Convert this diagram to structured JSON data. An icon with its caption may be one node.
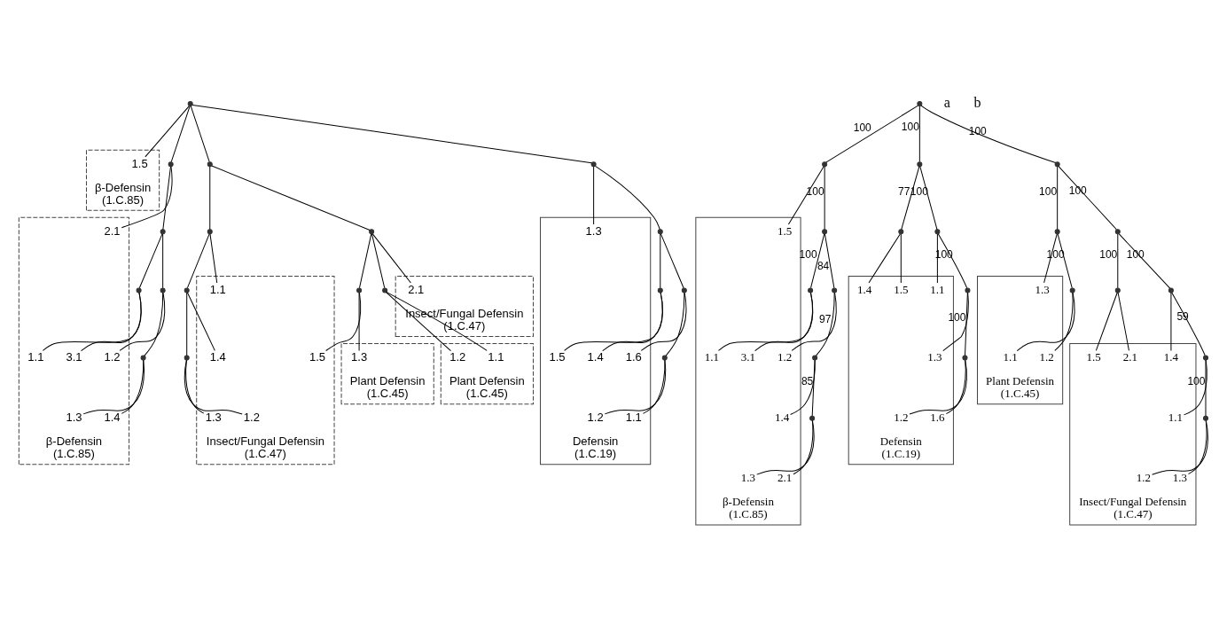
{
  "diagram": {
    "nodes": [
      {
        "text": [
          "Insect/Fungal Defensin",
          "(1.C.47)"
        ]
      },
      {
        "text": [
          "2.1"
        ],
        "in": 0
      },
      {
        "text": [
          "Plant Defensin",
          "(1.C.45)"
        ]
      },
      {
        "text": [
          "1.3"
        ],
        "in": 2
      },
      {
        "text": [
          "Plant Defensin",
          "(1.C.45)"
        ]
      },
      {
        "text": [
          "1.1"
        ],
        "in": 4
      },
      {
        "text": [
          "1.2"
        ],
        "in": 4
      },
      {
        "text": [
          "Insect/Fungal Defensin",
          "(1.C.47)"
        ]
      },
      {
        "text": [
          "1.5"
        ],
        "in": 7
      },
      {
        "text": [
          "1.1"
        ],
        "in": 7
      },
      {
        "text": [
          "1.4"
        ],
        "in": 7
      },
      {
        "text": [
          "1.2"
        ],
        "in": 7
      },
      {
        "text": [
          "1.3"
        ],
        "in": 7
      },
      {
        "text": [
          "β-Defensin",
          "(1.C.85)"
        ]
      },
      {
        "text": [
          "1.5"
        ],
        "in": 13
      },
      {
        "text": [
          "β-Defensin",
          "(1.C.85)"
        ]
      },
      {
        "text": [
          "3.1"
        ],
        "in": 15
      },
      {
        "text": [
          "1.1"
        ],
        "in": 15
      },
      {
        "text": [
          "1.4"
        ],
        "in": 15
      },
      {
        "text": [
          "1.3"
        ],
        "in": 15
      },
      {
        "text": [
          "1.2"
        ],
        "in": 15
      },
      {
        "text": [
          "2.1"
        ],
        "in": 15
      },
      {
        "text": [
          "Defensin",
          "(1.C.19)"
        ]
      },
      {
        "text": [
          "1.3"
        ],
        "in": 22
      },
      {
        "text": [
          "1.6"
        ],
        "in": 22
      },
      {
        "text": [
          "1.1"
        ],
        "in": 22
      },
      {
        "text": [
          "1.2"
        ],
        "in": 22
      },
      {
        "text": [
          "1.4"
        ],
        "in": 22
      },
      {
        "text": [
          "1.5"
        ],
        "in": 22
      },
      {
        "text": [],
        "shape": "point"
      },
      {
        "text": [],
        "shape": "point"
      },
      {
        "text": [],
        "shape": "point"
      },
      {
        "text": [],
        "shape": "point"
      },
      {
        "text": [],
        "shape": "point"
      },
      {
        "text": [],
        "shape": "point"
      },
      {
        "text": [],
        "shape": "point"
      },
      {
        "text": [],
        "shape": "point"
      },
      {
        "text": [],
        "shape": "point"
      },
      {
        "text": [],
        "shape": "point"
      },
      {
        "text": [],
        "shape": "point"
      },
      {
        "text": [],
        "shape": "point"
      },
      {
        "text": [],
        "shape": "point"
      },
      {
        "text": [],
        "shape": "point"
      },
      {
        "text": [],
        "shape": "point"
      },
      {
        "text": [],
        "shape": "point"
      },
      {
        "text": [],
        "shape": "point"
      },
      {
        "text": [],
        "shape": "point"
      },
      {
        "text": [
          "β-Defensin",
          "(1.C.85)"
        ]
      },
      {
        "text": [
          "2.1"
        ],
        "in": 47
      },
      {
        "text": [
          "1.3"
        ],
        "in": 47
      },
      {
        "text": [
          "1.4"
        ],
        "in": 47
      },
      {
        "text": [
          "1.2"
        ],
        "in": 47
      },
      {
        "text": [
          "3.1"
        ],
        "in": 47
      },
      {
        "text": [
          "1.1"
        ],
        "in": 47
      },
      {
        "text": [
          "1.5"
        ],
        "in": 47
      },
      {
        "text": [
          "Defensin",
          "(1.C.19)"
        ]
      },
      {
        "text": [
          "1.5"
        ],
        "in": 55
      },
      {
        "text": [
          "1.4"
        ],
        "in": 55
      },
      {
        "text": [
          "1.1"
        ],
        "in": 55
      },
      {
        "text": [
          "1.6"
        ],
        "in": 55
      },
      {
        "text": [
          "1.2"
        ],
        "in": 55
      },
      {
        "text": [
          "1.3"
        ],
        "in": 55
      },
      {
        "text": [
          "Plant Defensin",
          "(1.C.45)"
        ]
      },
      {
        "text": [
          "1.2"
        ],
        "in": 62
      },
      {
        "text": [
          "1.1"
        ],
        "in": 62
      },
      {
        "text": [
          "1.3"
        ],
        "in": 62
      },
      {
        "text": [
          "Insect/Fungal Defensin",
          "(1.C.47)"
        ]
      },
      {
        "text": [
          "1.4"
        ],
        "in": 66
      },
      {
        "text": [
          "1.1"
        ],
        "in": 66
      },
      {
        "text": [
          "2.1"
        ],
        "in": 66
      },
      {
        "text": [
          "1.5"
        ],
        "in": 66
      },
      {
        "text": [
          "1.3"
        ],
        "in": 66
      },
      {
        "text": [
          "1.2"
        ],
        "in": 66
      },
      {
        "text": [],
        "shape": "point"
      },
      {
        "text": [],
        "shape": "point"
      },
      {
        "text": [],
        "shape": "point"
      },
      {
        "text": [],
        "shape": "point"
      },
      {
        "text": [],
        "shape": "point"
      },
      {
        "text": [],
        "shape": "point"
      },
      {
        "text": [],
        "shape": "point"
      },
      {
        "text": [],
        "shape": "point"
      },
      {
        "text": [],
        "shape": "point"
      },
      {
        "text": [],
        "shape": "point"
      },
      {
        "text": [],
        "shape": "point"
      },
      {
        "text": [],
        "shape": "point"
      },
      {
        "text": [],
        "shape": "point"
      },
      {
        "text": [],
        "shape": "point"
      },
      {
        "text": [],
        "shape": "point"
      },
      {
        "text": [],
        "shape": "point"
      },
      {
        "text": [],
        "shape": "point"
      },
      {
        "text": [],
        "shape": "point"
      },
      {
        "text": [],
        "shape": "point"
      },
      {
        "text": [],
        "shape": "point"
      }
    ],
    "edges": [
      {
        "from": 29,
        "to": 30,
        "arrow": "none"
      },
      {
        "from": 29,
        "to": 14,
        "arrow": "none"
      },
      {
        "from": 29,
        "to": 42,
        "arrow": "none"
      },
      {
        "from": 29,
        "to": 37,
        "arrow": "none"
      },
      {
        "from": 30,
        "to": 31,
        "arrow": "none"
      },
      {
        "from": 30,
        "to": 33,
        "arrow": "none"
      },
      {
        "from": 31,
        "to": 32,
        "arrow": "none"
      },
      {
        "from": 31,
        "to": 1,
        "arrow": "none"
      },
      {
        "from": 31,
        "to": 36,
        "arrow": "none"
      },
      {
        "from": 32,
        "to": 3,
        "arrow": "none"
      },
      {
        "from": 32,
        "to": 8,
        "arrow": "none"
      },
      {
        "from": 33,
        "to": 9,
        "arrow": "none"
      },
      {
        "from": 33,
        "to": 34,
        "arrow": "none"
      },
      {
        "from": 34,
        "to": 10,
        "arrow": "none"
      },
      {
        "from": 34,
        "to": 35,
        "arrow": "none"
      },
      {
        "from": 35,
        "to": 11,
        "arrow": "none"
      },
      {
        "from": 35,
        "to": 12,
        "arrow": "none"
      },
      {
        "from": 36,
        "to": 5,
        "arrow": "none"
      },
      {
        "from": 36,
        "to": 6,
        "arrow": "none"
      },
      {
        "from": 37,
        "to": 21,
        "arrow": "none"
      },
      {
        "from": 37,
        "to": 38,
        "arrow": "none"
      },
      {
        "from": 38,
        "to": 39,
        "arrow": "none"
      },
      {
        "from": 38,
        "to": 40,
        "arrow": "none"
      },
      {
        "from": 39,
        "to": 16,
        "arrow": "none"
      },
      {
        "from": 39,
        "to": 17,
        "arrow": "none"
      },
      {
        "from": 40,
        "to": 20,
        "arrow": "none"
      },
      {
        "from": 40,
        "to": 41,
        "arrow": "none"
      },
      {
        "from": 41,
        "to": 18,
        "arrow": "none"
      },
      {
        "from": 41,
        "to": 19,
        "arrow": "none"
      },
      {
        "from": 42,
        "to": 23,
        "arrow": "none"
      },
      {
        "from": 42,
        "to": 43,
        "arrow": "none"
      },
      {
        "from": 43,
        "to": 44,
        "arrow": "none"
      },
      {
        "from": 43,
        "to": 45,
        "arrow": "none"
      },
      {
        "from": 44,
        "to": 24,
        "arrow": "none"
      },
      {
        "from": 44,
        "to": 46,
        "arrow": "none"
      },
      {
        "from": 46,
        "to": 25,
        "arrow": "none"
      },
      {
        "from": 46,
        "to": 26,
        "arrow": "none"
      },
      {
        "from": 45,
        "to": 28,
        "arrow": "none"
      },
      {
        "from": 45,
        "to": 27,
        "arrow": "none"
      },
      {
        "from": 73,
        "to": 74,
        "arrow": "none",
        "label": "100"
      },
      {
        "from": 73,
        "to": 80,
        "arrow": "none",
        "label": "100"
      },
      {
        "from": 73,
        "to": 85,
        "arrow": "none",
        "label": "100"
      },
      {
        "from": 74,
        "to": 54,
        "arrow": "none"
      },
      {
        "from": 74,
        "to": 75,
        "arrow": "none",
        "label": "100"
      },
      {
        "from": 75,
        "to": 76,
        "arrow": "none",
        "label": "100"
      },
      {
        "from": 75,
        "to": 77,
        "arrow": "none",
        "label": "84"
      },
      {
        "from": 76,
        "to": 52,
        "arrow": "none"
      },
      {
        "from": 76,
        "to": 53,
        "arrow": "none"
      },
      {
        "from": 77,
        "to": 51,
        "arrow": "none"
      },
      {
        "from": 77,
        "to": 78,
        "arrow": "none",
        "label": "97"
      },
      {
        "from": 78,
        "to": 50,
        "arrow": "none"
      },
      {
        "from": 78,
        "to": 79,
        "arrow": "none",
        "label": "85"
      },
      {
        "from": 79,
        "to": 48,
        "arrow": "none"
      },
      {
        "from": 79,
        "to": 49,
        "arrow": "none"
      },
      {
        "from": 80,
        "to": 81,
        "arrow": "none",
        "label": "77"
      },
      {
        "from": 80,
        "to": 82,
        "arrow": "none",
        "label": "100"
      },
      {
        "from": 81,
        "to": 56,
        "arrow": "none"
      },
      {
        "from": 81,
        "to": 57,
        "arrow": "none"
      },
      {
        "from": 82,
        "to": 58,
        "arrow": "none"
      },
      {
        "from": 82,
        "to": 83,
        "arrow": "none",
        "label": "100"
      },
      {
        "from": 83,
        "to": 61,
        "arrow": "none"
      },
      {
        "from": 83,
        "to": 84,
        "arrow": "none",
        "label": "100"
      },
      {
        "from": 84,
        "to": 59,
        "arrow": "none"
      },
      {
        "from": 84,
        "to": 60,
        "arrow": "none"
      },
      {
        "from": 85,
        "to": 86,
        "arrow": "none",
        "label": "100"
      },
      {
        "from": 85,
        "to": 88,
        "arrow": "none",
        "label": "100"
      },
      {
        "from": 86,
        "to": 65,
        "arrow": "none"
      },
      {
        "from": 86,
        "to": 87,
        "arrow": "none",
        "label": "100"
      },
      {
        "from": 87,
        "to": 63,
        "arrow": "none"
      },
      {
        "from": 87,
        "to": 64,
        "arrow": "none"
      },
      {
        "from": 88,
        "to": 89,
        "arrow": "none",
        "label": "100"
      },
      {
        "from": 88,
        "to": 90,
        "arrow": "none",
        "label": "100"
      },
      {
        "from": 89,
        "to": 69,
        "arrow": "none"
      },
      {
        "from": 89,
        "to": 70,
        "arrow": "none"
      },
      {
        "from": 90,
        "to": 67,
        "arrow": "none"
      },
      {
        "from": 90,
        "to": 91,
        "arrow": "none",
        "label": "59"
      },
      {
        "from": 91,
        "to": 68,
        "arrow": "none"
      },
      {
        "from": 91,
        "to": 92,
        "arrow": "none",
        "label": "100"
      },
      {
        "from": 92,
        "to": 71,
        "arrow": "none"
      },
      {
        "from": 92,
        "to": 72,
        "arrow": "none"
      }
    ],
    "labels": [
      "a",
      "b"
    ]
  }
}
